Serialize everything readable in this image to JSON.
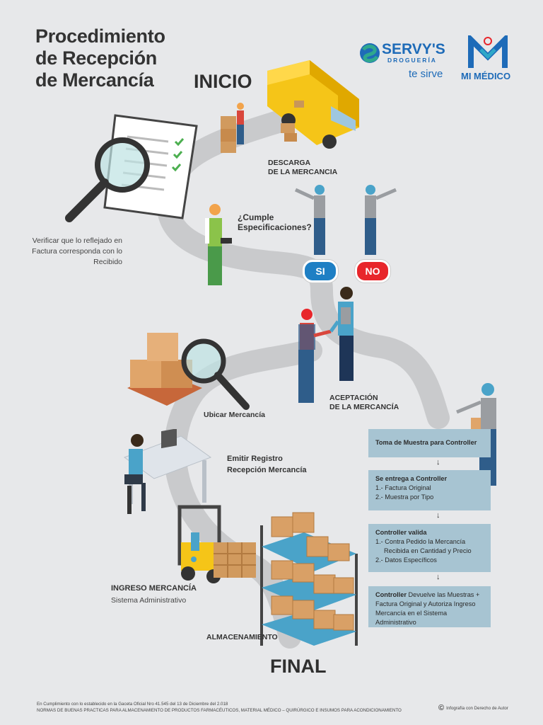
{
  "title_lines": [
    "Procedimiento",
    "de Recepción",
    "de Mercancía"
  ],
  "logos": {
    "servys_name": "SERVY'S",
    "servys_sub": "DROGUERÍA",
    "servys_tag": "te sirve",
    "mimedico": "MI MÉDICO"
  },
  "inicio": "INICIO",
  "final": "FINAL",
  "steps": {
    "descarga": [
      "DESCARGA",
      "DE LA MERCANCIA"
    ],
    "cumple": [
      "¿Cumple",
      "Especificaciones?"
    ],
    "verificar": [
      "Verificar que lo reflejado en",
      "Factura corresponda con lo",
      "Recibido"
    ],
    "si": "SI",
    "no": "NO",
    "aceptacion": [
      "ACEPTACIÓN",
      "DE LA MERCANCÍA"
    ],
    "ubicar": "Ubicar Mercancía",
    "emitir": [
      "Emitir Registro",
      "Recepción Mercancía"
    ],
    "ingreso_title": "INGRESO MERCANCÍA",
    "ingreso_sub": "Sistema Administrativo",
    "almacenamiento": "ALMACENAMIENTO"
  },
  "controller_boxes": {
    "b1_title": "Toma de Muestra para Controller",
    "b2_title": "Se entrega a Controller",
    "b2_items": [
      "1.- Factura Original",
      "2.- Muestra por Tipo"
    ],
    "b3_title": "Controller valida",
    "b3_items": [
      "1.- Contra Pedido la Mercancía",
      "Recibida en Cantidad y Precio",
      "2.- Datos Específicos"
    ],
    "b4_title": "Controller",
    "b4_text": " Devuelve las Muestras +",
    "b4_lines": [
      "Factura Original y Autoriza Ingreso",
      "Mercancía en el Sistema Administrativo"
    ],
    "arrow": "↓"
  },
  "footer": {
    "line1": "En Cumplimiento con lo establecido en la Gaceta Oficial Nro 41.545 del 13 de Diciembre del 2.018",
    "line2": "NORMAS DE BUENAS PRACTICAS PARA ALMACENAMIENTO DE PRODUCTOS FARMACÉUTICOS, MATERIAL MÉDICO – QUIRÚRGICO E INSUMOS PARA ACONDICIONAMIENTO",
    "copyright_symbol": "©",
    "copyright": "Infografía con Derecho de Autor"
  },
  "colors": {
    "road": "#c9cacc",
    "si": "#1e7fc4",
    "no": "#e8262b",
    "box": "#a7c4d2",
    "van": "#f5c518",
    "brand_blue": "#1e6bb8",
    "brand_green": "#2fa88e"
  }
}
